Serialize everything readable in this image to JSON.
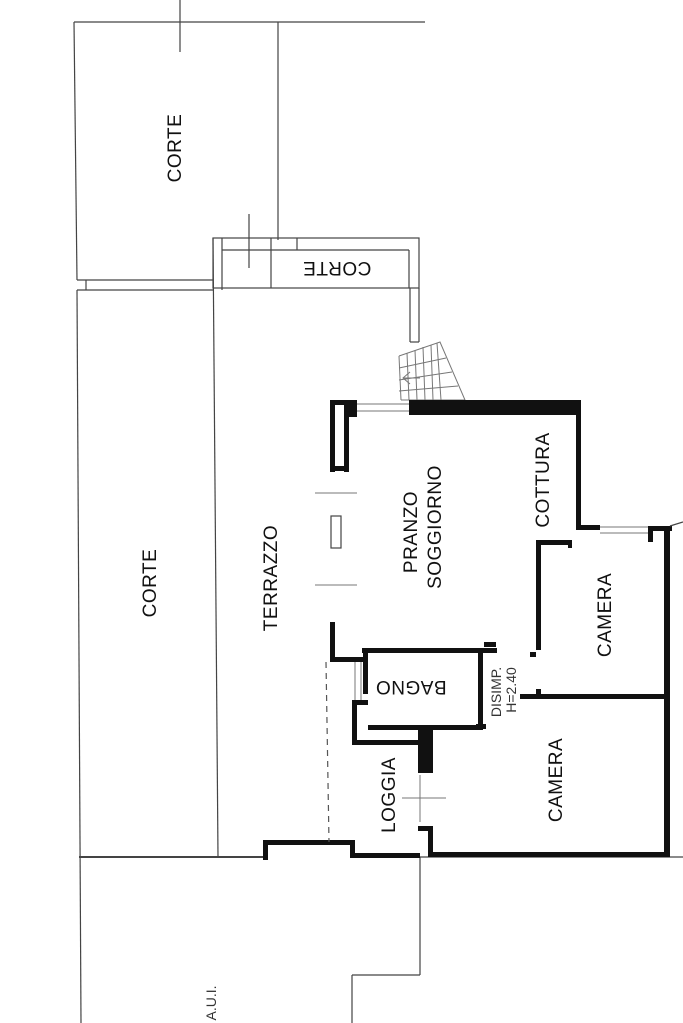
{
  "rooms": {
    "corte_top": "CORTE",
    "corte_strip": "CORTE",
    "corte_left": "CORTE",
    "terrazzo": "TERRAZZO",
    "pranzo_line1": "PRANZO",
    "pranzo_line2": "SOGGIORNO",
    "cottura": "COTTURA",
    "camera_upper": "CAMERA",
    "camera_lower": "CAMERA",
    "bagno": "BAGNO",
    "disimp_line1": "DISIMP.",
    "disimp_line2": "H=2.40",
    "loggia": "LOGGIA",
    "aui": "A.U.I."
  }
}
